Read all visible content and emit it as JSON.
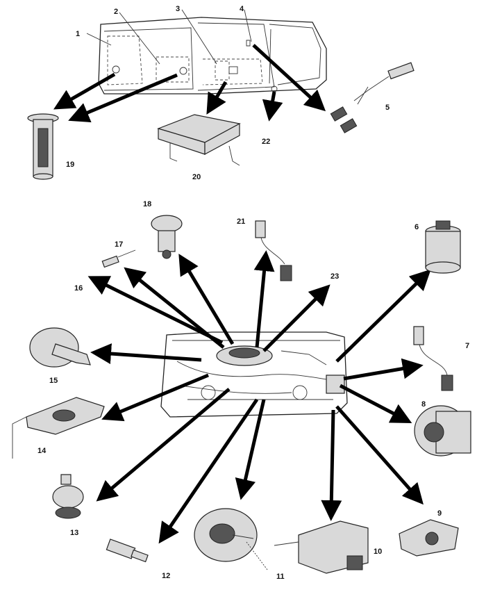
{
  "labels": {
    "n1": "1",
    "n2": "2",
    "n3": "3",
    "n4": "4",
    "n5": "5",
    "n6": "6",
    "n7": "7",
    "n8": "8",
    "n9": "9",
    "n10": "10",
    "n11": "11",
    "n12": "12",
    "n13": "13",
    "n14": "14",
    "n15": "15",
    "n16": "16",
    "n17": "17",
    "n18": "18",
    "n19": "19",
    "n20": "20",
    "n21": "21",
    "n22": "22",
    "n23": "23"
  },
  "colors": {
    "ink": "#000000",
    "paper": "#ffffff",
    "fill": "#d9d9d9"
  }
}
